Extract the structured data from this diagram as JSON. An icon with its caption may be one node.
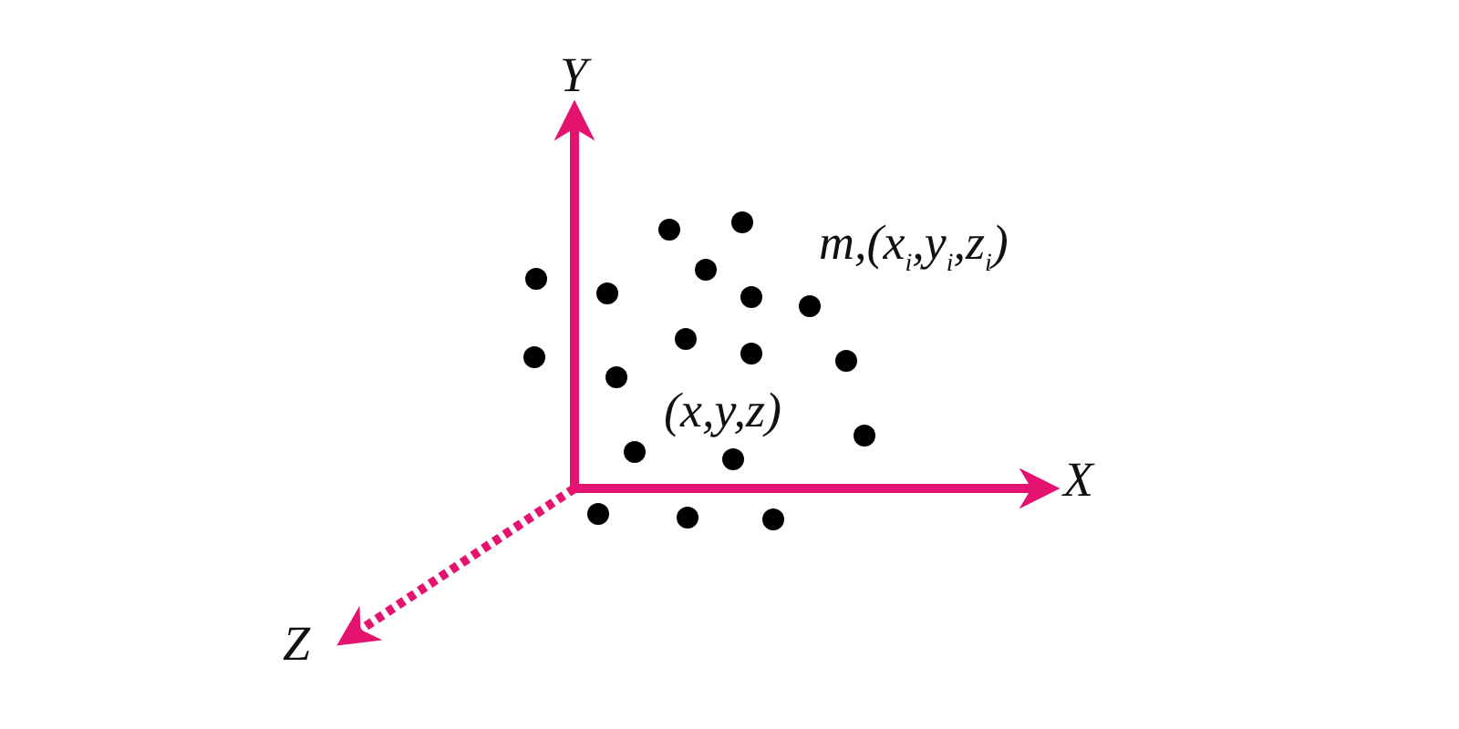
{
  "diagram": {
    "labels": [
      "Y",
      "m,(x$_{i}$,y$_{i}$,z$_{i}$)",
      "(x,y,z)",
      "X",
      "Z"
    ]
  }
}
